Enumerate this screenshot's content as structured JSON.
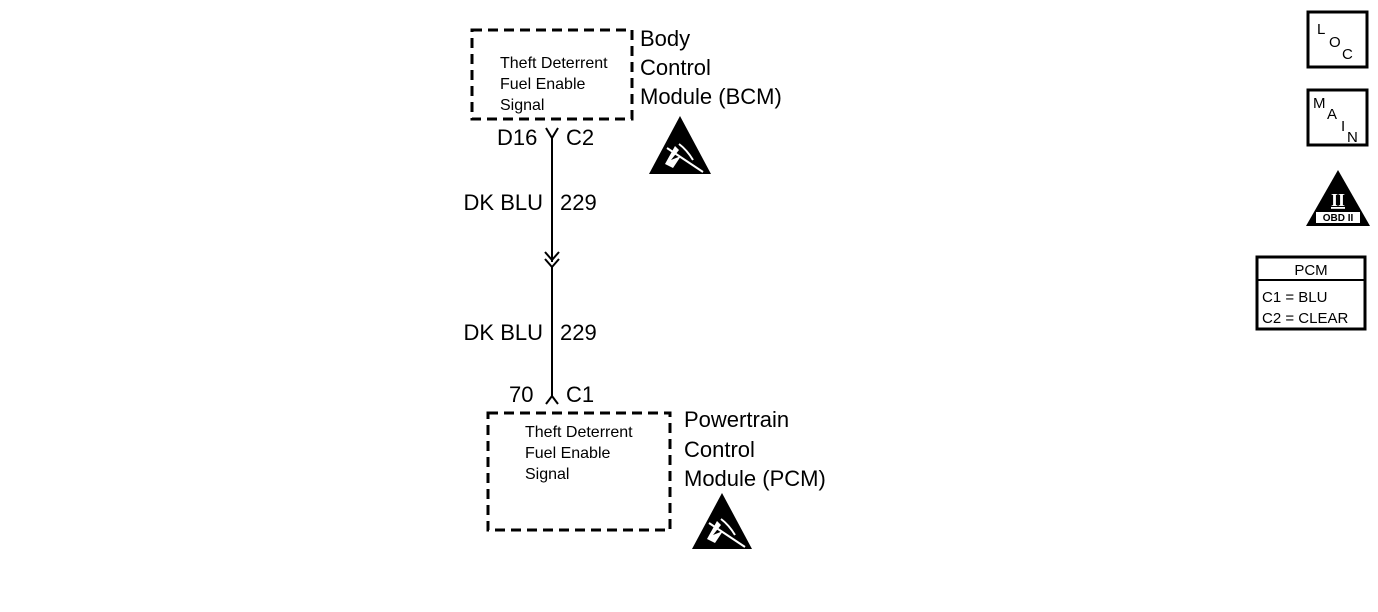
{
  "bcm": {
    "title_lines": [
      "Body",
      "Control",
      "Module (BCM)"
    ],
    "inner_lines": [
      "Theft Deterrent",
      "Fuel Enable",
      "Signal"
    ],
    "connector": {
      "pin": "D16",
      "name": "C2"
    }
  },
  "wire": {
    "upper_label": {
      "color": "DK BLU",
      "circuit": "229"
    },
    "lower_label": {
      "color": "DK BLU",
      "circuit": "229"
    }
  },
  "pcm": {
    "title_lines": [
      "Powertrain",
      "Control",
      "Module (PCM)"
    ],
    "inner_lines": [
      "Theft Deterrent",
      "Fuel Enable",
      "Signal"
    ],
    "connector": {
      "pin": "70",
      "name": "C1"
    }
  },
  "side_icons": {
    "loc": {
      "letters": [
        "L",
        "O",
        "C"
      ]
    },
    "main": {
      "letters": [
        "M",
        "A",
        "I",
        "N"
      ]
    },
    "obd": {
      "numeral": "II",
      "caption": "OBD II"
    }
  },
  "pcm_connector_key": {
    "title": "PCM",
    "rows": [
      "C1 = BLU",
      "C2 = CLEAR"
    ]
  },
  "icons": {
    "esd_bcm": "esd-warning-icon",
    "esd_pcm": "esd-warning-icon"
  }
}
